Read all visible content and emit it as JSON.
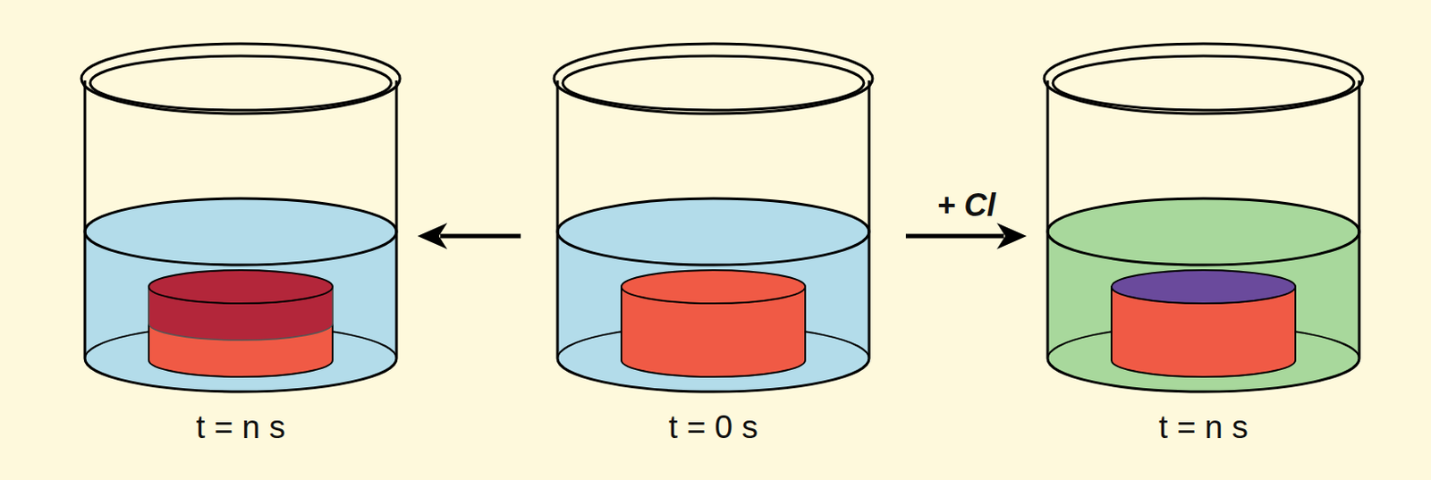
{
  "diagram": {
    "nodes": [
      {
        "text": [
          "t = n s"
        ]
      },
      {
        "text": [
          "t = 0 s"
        ]
      },
      {
        "text": [
          "t = n s"
        ]
      }
    ],
    "edges": [
      {
        "from": 1,
        "to": 0,
        "arrow": "to"
      },
      {
        "from": 1,
        "to": 2,
        "label": "+ Cl",
        "arrow": "to"
      }
    ]
  }
}
